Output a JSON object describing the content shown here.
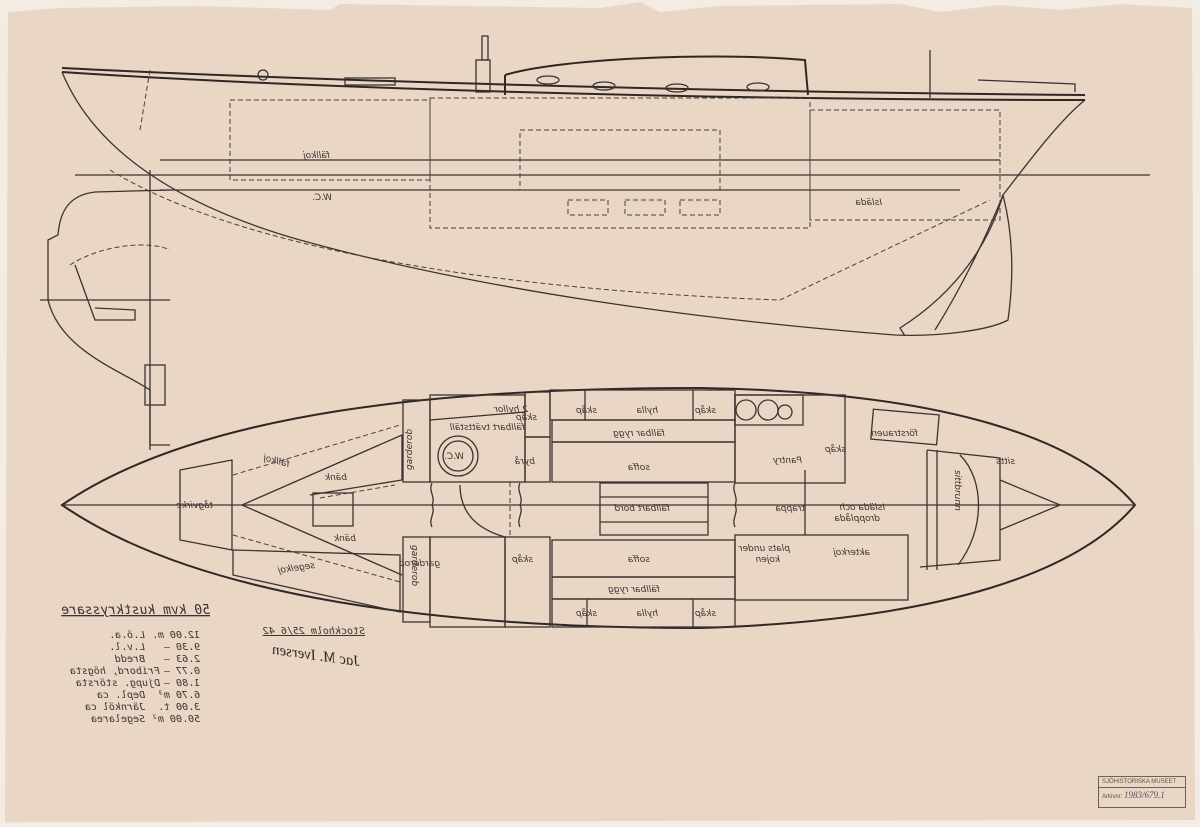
{
  "colors": {
    "paper": "#e8d5c3",
    "ink": "#3b3330"
  },
  "title": "50 kvm kustkryssare",
  "specs": [
    {
      "label": "L.ö.a.",
      "value": "12.00 m."
    },
    {
      "label": "L.v.l.",
      "value": "9.30 –"
    },
    {
      "label": "Bredd",
      "value": "2.63 –"
    },
    {
      "label": "Fribord, högsta",
      "value": "0.77 –"
    },
    {
      "label": "Djupg. största",
      "value": "1.80 –"
    },
    {
      "label": "Depl. ca",
      "value": "6.70 m³"
    },
    {
      "label": "Järnköl ca",
      "value": "3.00 t."
    },
    {
      "label": "Segelarea",
      "value": "50.00 m²"
    }
  ],
  "place_date": "Stockholm 25/6 42",
  "signature": "Jac M. Iversen",
  "profile_labels": {
    "fallkoj": "fällkoj",
    "wc": "W.C.",
    "islada": "Isläda"
  },
  "plan_labels": {
    "tagvirke": "tågvirke",
    "fallkoj": "fällkoj",
    "bank_top": "bänk",
    "bank_bottom": "bänk",
    "segelkoj": "segelkoj",
    "garderob_top": "garderob",
    "garderob_bottom": "garderob",
    "garderob_room": "garderob",
    "hyllor": "2 hyllor",
    "fallbart_tvattstall": "fällbart tvättställ",
    "wc": "W.C.",
    "skap_1": "skåp",
    "byra": "byrå",
    "skap_2": "skåp",
    "skap_3": "skåp",
    "hylla_top": "hylla",
    "skap_4": "skåp",
    "fallbar_rygg_top": "fällbar rygg",
    "soffa_top": "soffa",
    "fallbart_bord": "fällbart bord",
    "soffa_bottom": "soffa",
    "fallbar_rygg_bottom": "fällbar rygg",
    "skap_5": "skåp",
    "hylla_bottom": "hylla",
    "skap_6": "skåp",
    "pantry": "Pantry",
    "skap_7": "skåp",
    "trappa": "trappa",
    "islada_och": "Isläda och",
    "droppkar": "dropplåda",
    "plats_under": "plats under",
    "kojen": "kojen",
    "akterkoj": "akterkoj",
    "forstraten": "förstrauen",
    "sittbrunn": "sittbrunn",
    "sitts": "sitts"
  },
  "stamp": {
    "museum": "SJÖHISTORISKA MUSEET",
    "archive_label": "Arkivnr:",
    "archive_number": "1983/679.1"
  }
}
